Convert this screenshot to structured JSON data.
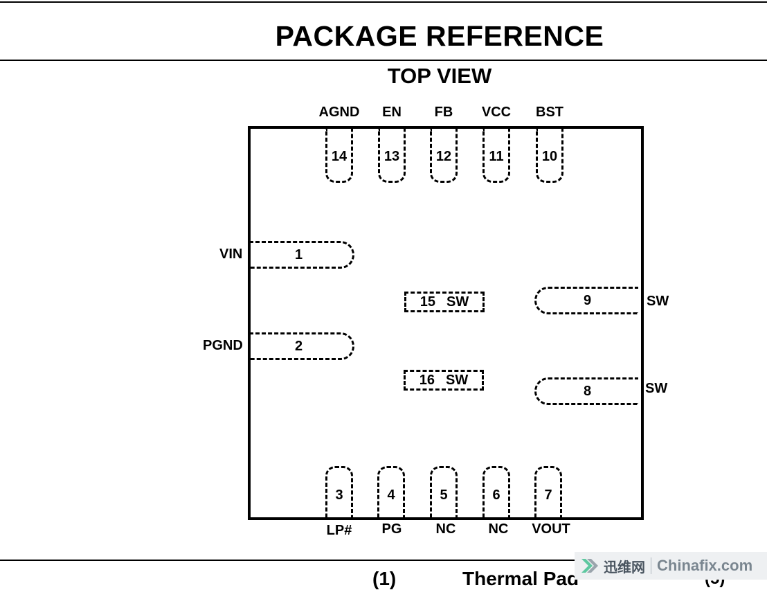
{
  "title": "PACKAGE REFERENCE",
  "subtitle": "TOP VIEW",
  "pins": {
    "top": [
      {
        "number": "14",
        "label": "AGND"
      },
      {
        "number": "13",
        "label": "EN"
      },
      {
        "number": "12",
        "label": "FB"
      },
      {
        "number": "11",
        "label": "VCC"
      },
      {
        "number": "10",
        "label": "BST"
      }
    ],
    "bottom": [
      {
        "number": "3",
        "label": "LP#"
      },
      {
        "number": "4",
        "label": "PG"
      },
      {
        "number": "5",
        "label": "NC"
      },
      {
        "number": "6",
        "label": "NC"
      },
      {
        "number": "7",
        "label": "VOUT"
      }
    ],
    "left": [
      {
        "number": "1",
        "label": "VIN"
      },
      {
        "number": "2",
        "label": "PGND"
      }
    ],
    "right": [
      {
        "number": "9",
        "label": "SW"
      },
      {
        "number": "8",
        "label": "SW"
      }
    ],
    "center": [
      {
        "number": "15",
        "label": "SW"
      },
      {
        "number": "16",
        "label": "SW"
      }
    ]
  },
  "footer": {
    "note_ref": "(1)",
    "text": "Thermal Pad",
    "note_ref_right": "(5)"
  },
  "watermark": {
    "cn": "迅维网",
    "en": "Chinafix.com"
  }
}
